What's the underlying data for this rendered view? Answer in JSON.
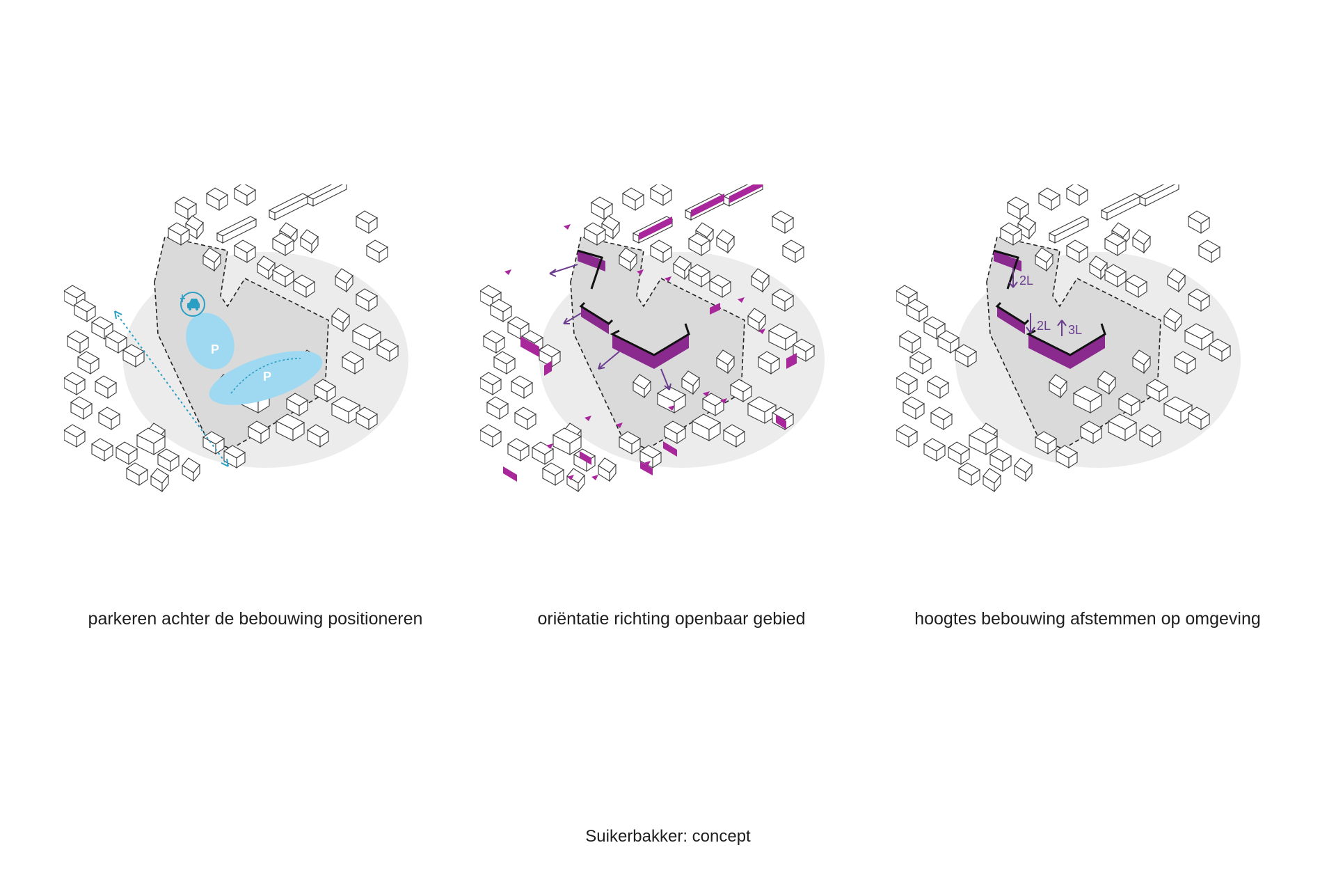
{
  "colors": {
    "influence_zone": "#ececec",
    "site": "#dadada",
    "building_stroke": "#3a3a3a",
    "parking": "#9fd9f1",
    "route": "#2a9fc4",
    "facade": "#a8279b",
    "new_building": "#8a2a8e",
    "arrow": "#6a3d8f"
  },
  "panels": [
    {
      "caption": "parkeren achter de bebouwing positioneren",
      "parking_labels": [
        "P",
        "P"
      ],
      "icon": "ev-charging-car-icon"
    },
    {
      "caption": "oriëntatie richting openbaar gebied"
    },
    {
      "caption": "hoogtes bebouwing afstemmen op omgeving",
      "height_labels": [
        "2L",
        "2L",
        "3L"
      ]
    }
  ],
  "footer": "Suikerbakker: concept"
}
